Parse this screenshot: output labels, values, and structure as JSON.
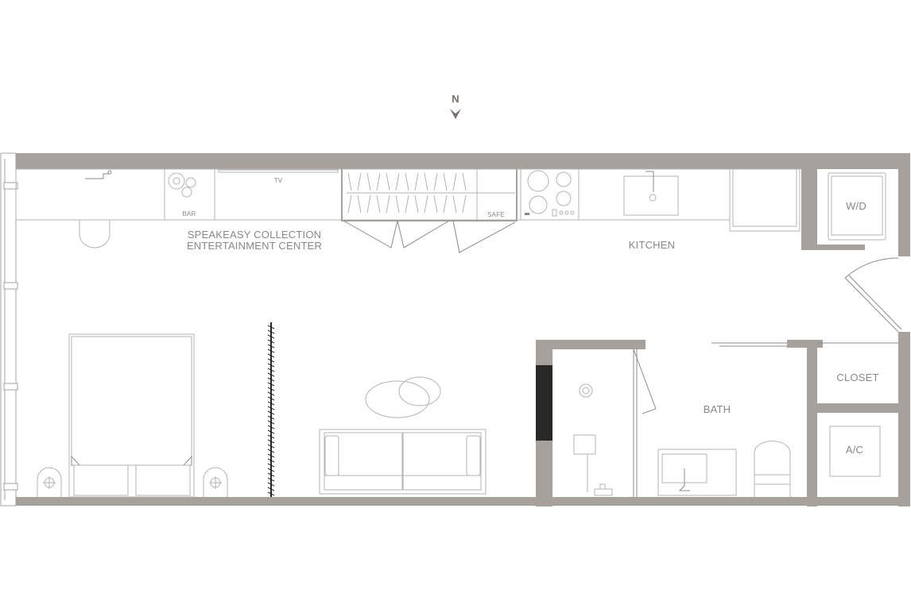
{
  "compass": {
    "label": "N",
    "color": "#7a6f6a"
  },
  "colors": {
    "wall": "#a7a19e",
    "fixture_line": "#b5b2b0",
    "label_text": "#8b8684",
    "background": "#ffffff"
  },
  "labels": {
    "entertainment_line1": "SPEAKEASY COLLECTION",
    "entertainment_line2": "ENTERTAINMENT CENTER",
    "tv": "TV",
    "bar": "BAR",
    "safe": "SAFE",
    "kitchen": "KITCHEN",
    "wd": "W/D",
    "closet": "CLOSET",
    "bath": "BATH",
    "ac": "A/C"
  },
  "icons": [
    "north-arrow-icon",
    "bed-icon",
    "sofa-icon",
    "coffee-table-icon",
    "cooktop-icon",
    "sink-icon",
    "toilet-icon",
    "shower-icon",
    "washer-dryer-icon",
    "door-swing-icon"
  ]
}
